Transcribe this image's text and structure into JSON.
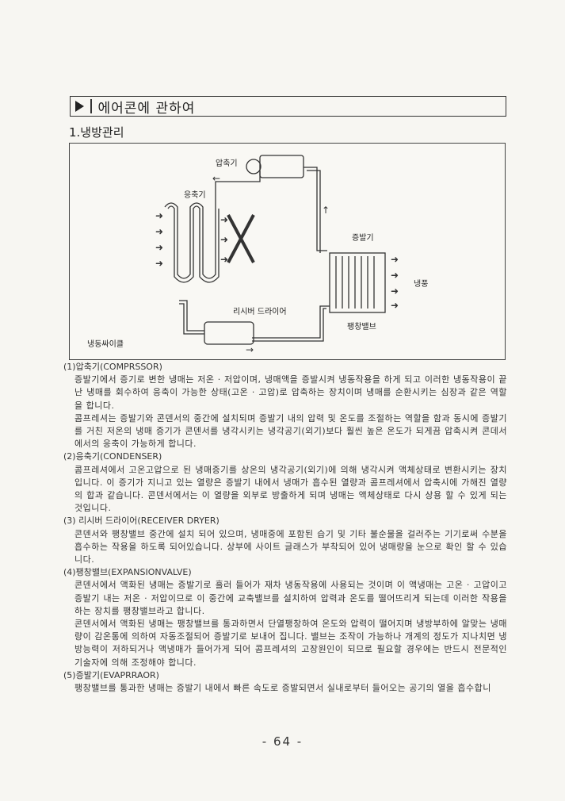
{
  "header": {
    "title": "에어콘에 관하여"
  },
  "section": {
    "heading": "1.냉방관리"
  },
  "diagram": {
    "compressor_label": "압축기",
    "condenser_label": "응축기",
    "evaporator_label": "증발기",
    "cooling_label": "냉풍",
    "receiver_label": "리시버 드라이어",
    "expansion_label": "팽창밸브",
    "cycle_label": "냉동싸이클"
  },
  "body": {
    "items": [
      {
        "heading": "(1)압축기(COMPRSSOR)",
        "paragraphs": [
          "증발기에서 증기로 변한 냉매는 저온 · 저압이며, 냉매액을 증발시켜 냉동작용을 하게 되고 이러한 냉동작용이 끝난 냉매를 회수하여 응축이 가능한 상태(고온 · 고압)로 압축하는 장치이며 냉매를 순환시키는 심장과 같은 역할을 합니다.",
          "콤프레셔는 증발기와 콘덴서의 중간에 설치되며 증발기 내의 압력 및 온도를 조절하는 역할을 함과 동시에 증발기를 거친 저온의 냉매 증기가 콘덴서를 냉각시키는 냉각공기(외기)보다 훨씬 높은 온도가 되게끔 압축시켜 콘데서에서의 응축이 가능하게 합니다."
        ]
      },
      {
        "heading": "(2)응축기(CONDENSER)",
        "paragraphs": [
          "콤프레셔에서 고온고압으로 된 냉매증기를 상온의 냉각공기(외기)에 의해 냉각시켜 액체상태로 변환시키는 장치입니다. 이 증기가 지니고 있는 열량은 증발기 내에서 냉매가 흡수된 열량과 콤프레셔에서 압축시에 가해진 열량의 합과 같습니다. 콘덴서에서는 이 열량을 외부로 방출하게 되며 냉매는 액체상태로 다시 상용 할 수 있게 되는 것입니다."
        ]
      },
      {
        "heading": "(3) 리시버 드라이어(RECEIVER DRYER)",
        "paragraphs": [
          "콘덴서와 팽창밸브 중간에 설치 되어 있으며, 냉매중에 포함된 습기 및 기타 불순물을 걸러주는 기기로써 수분을 흡수하는 작용을 하도록 되어있습니다. 상부에 사이트 글래스가 부착되어 있어 냉매량을 눈으로 확인 할 수 있습니다."
        ]
      },
      {
        "heading": "(4)팽창밸브(EXPANSIONVALVE)",
        "paragraphs": [
          "콘덴서에서 액화된 냉매는 증발기로 흘러 들어가 재차 냉동작용에 사용되는 것이며 이 액냉매는 고온 · 고압이고 증발기 내는 저온 · 저압이므로 이 중간에 교축밸브를 설치하여 압력과 온도를 떨어뜨리게 되는데 이러한 작용을 하는 장치를 팽창밸브라고 합니다.",
          "콘덴서에서 액화된 냉매는 팽창밸브를 통과하면서 단열팽창하여 온도와 압력이 떨어지며 냉방부하에 알맞는 냉매량이 감온통에 의하여 자동조절되어 증발기로 보내어 집니다. 밸브는 조작이 가능하나 개계의 정도가 지나치면 냉방능력이 저하되거나 액냉매가 들어가게 되어 콤프레셔의 고장원인이 되므로 필요할 경우에는 반드시 전문적인 기술자에 의해 조정해야 합니다."
        ]
      },
      {
        "heading": "(5)증발기(EVAPRRAOR)",
        "paragraphs": [
          "팽창밸브를 통과한 냉매는 증발기 내에서 빠른 속도로 증발되면서 실내로부터 들어오는 공기의 열을 흡수합니"
        ]
      }
    ]
  },
  "footer": {
    "page_number": "- 64 -"
  }
}
